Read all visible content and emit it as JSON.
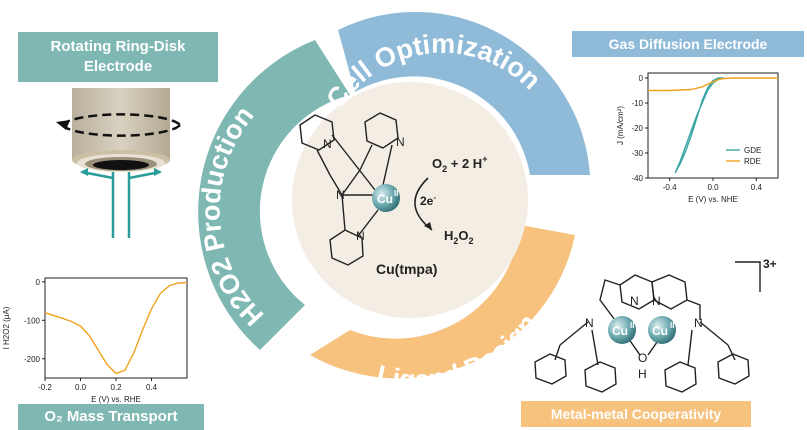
{
  "labels": {
    "rrde": "Rotating Ring-Disk Electrode",
    "gde": "Gas Diffusion Electrode",
    "mass_transport": "O₂ Mass Transport",
    "cooperativity": "Metal-metal Cooperativity"
  },
  "ring": {
    "cell_optimization": "Cell Optimization",
    "h2o2_production": "H2O2 Production",
    "ligand_design": "Ligand Design"
  },
  "center": {
    "metal": "Cu",
    "oxidation": "II",
    "reactant_o2": "O",
    "reactant_o2_sub": "2",
    "reactant_rest": " + 2 H",
    "reactant_sup": "+",
    "electrons": "2e",
    "electrons_sup": "-",
    "product": "H",
    "product_sub1": "2",
    "product_mid": "O",
    "product_sub2": "2",
    "complex_name": "Cu(tmpa)",
    "atom_n": "N"
  },
  "dimer": {
    "charge": "3+",
    "metal": "Cu",
    "oxidation": "II",
    "atom_o": "O",
    "atom_h": "H",
    "atom_n": "N"
  },
  "colors": {
    "teal": "#7fb8b3",
    "blue": "#8fbbd9",
    "orange": "#f6c27e",
    "center_bg": "#f3ede3",
    "gde_line": "#3aa6a4",
    "rde_line": "#f0a21e",
    "mt_line": "#f0a21e"
  },
  "chart_data": [
    {
      "type": "line",
      "xlabel": "E (V) vs. NHE",
      "ylabel": "J (mA/cm²)",
      "xlim": [
        -0.6,
        0.6
      ],
      "ylim": [
        -40,
        2
      ],
      "xticks": [
        "-0.4",
        "0.0",
        "0.4"
      ],
      "yticks": [
        "0",
        "-10",
        "-20",
        "-30",
        "-40"
      ],
      "legend": "right",
      "series": [
        {
          "name": "GDE",
          "x": [
            -0.35,
            -0.3,
            -0.25,
            -0.2,
            -0.15,
            -0.1,
            -0.05,
            0.0,
            0.05,
            0.1,
            0.05,
            0.0,
            -0.05,
            -0.1,
            -0.15,
            -0.2,
            -0.25,
            -0.3,
            -0.35
          ],
          "y": [
            -38,
            -33,
            -27,
            -21,
            -15,
            -10,
            -5,
            -2,
            -0.5,
            0,
            0,
            -1,
            -4,
            -9,
            -16,
            -23,
            -29,
            -34,
            -38
          ]
        },
        {
          "name": "RDE",
          "x": [
            -0.6,
            -0.4,
            -0.2,
            -0.1,
            0.0,
            0.05,
            0.1,
            0.2,
            0.4,
            0.6
          ],
          "y": [
            -5,
            -5,
            -4.6,
            -3.5,
            -1.5,
            -0.6,
            -0.2,
            0,
            0,
            0
          ]
        }
      ]
    },
    {
      "type": "line",
      "xlabel": "E (V) vs. RHE",
      "ylabel": "I H2O2 (μA)",
      "xlim": [
        -0.2,
        0.6
      ],
      "ylim": [
        -250,
        10
      ],
      "xticks": [
        "-0.2",
        "0.0",
        "0.2",
        "0.4"
      ],
      "yticks": [
        "0",
        "-100",
        "-200"
      ],
      "series": [
        {
          "name": "",
          "x": [
            -0.2,
            -0.15,
            -0.1,
            -0.05,
            0.0,
            0.05,
            0.1,
            0.15,
            0.2,
            0.25,
            0.3,
            0.35,
            0.4,
            0.45,
            0.5,
            0.55,
            0.6
          ],
          "y": [
            -80,
            -88,
            -95,
            -103,
            -115,
            -140,
            -178,
            -215,
            -238,
            -230,
            -185,
            -125,
            -70,
            -30,
            -10,
            -3,
            -2
          ]
        }
      ]
    }
  ]
}
